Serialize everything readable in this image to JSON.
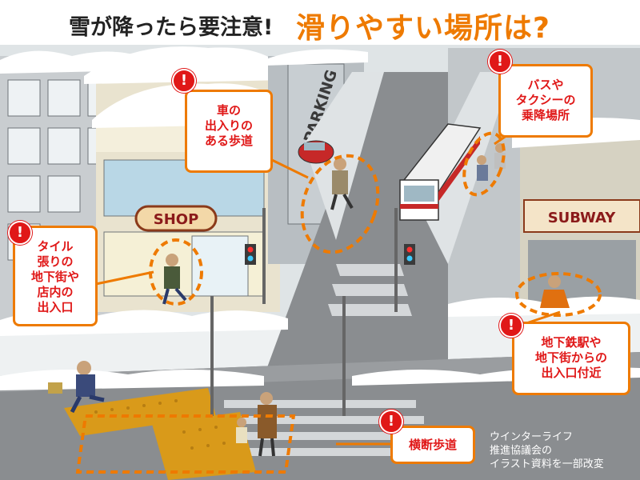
{
  "title": {
    "main": "雪が降ったら要注意!",
    "emphasis": "滑りやすい場所は?"
  },
  "callouts": [
    {
      "id": "car-sidewalk",
      "lines": [
        "車の",
        "出入りの",
        "ある歩道"
      ]
    },
    {
      "id": "bus-taxi",
      "lines": [
        "バスや",
        "タクシーの",
        "乗降場所"
      ]
    },
    {
      "id": "tile-entrance",
      "lines": [
        "タイル",
        "張りの",
        "地下街や",
        "店内の",
        "出入口"
      ]
    },
    {
      "id": "subway-entrance",
      "lines": [
        "地下鉄駅や",
        "地下街からの",
        "出入口付近"
      ]
    },
    {
      "id": "crosswalk",
      "lines": [
        "横断歩道"
      ]
    }
  ],
  "alert_glyph": "!",
  "signs": {
    "shop": "SHOP",
    "parking": "PARKING",
    "subway": "SUBWAY"
  },
  "credit": [
    "ウインターライフ",
    "推進協議会の",
    "イラスト資料を一部改変"
  ],
  "colors": {
    "accent_orange": "#ee7a00",
    "alert_red": "#e01818",
    "road_gray": "#8a8d90",
    "snow": "#ffffff",
    "tactile_paving": "#d99a1a"
  },
  "icons": [
    "alert-icon",
    "shop-sign",
    "parking-sign",
    "subway-sign",
    "bus",
    "traffic-light",
    "person"
  ]
}
